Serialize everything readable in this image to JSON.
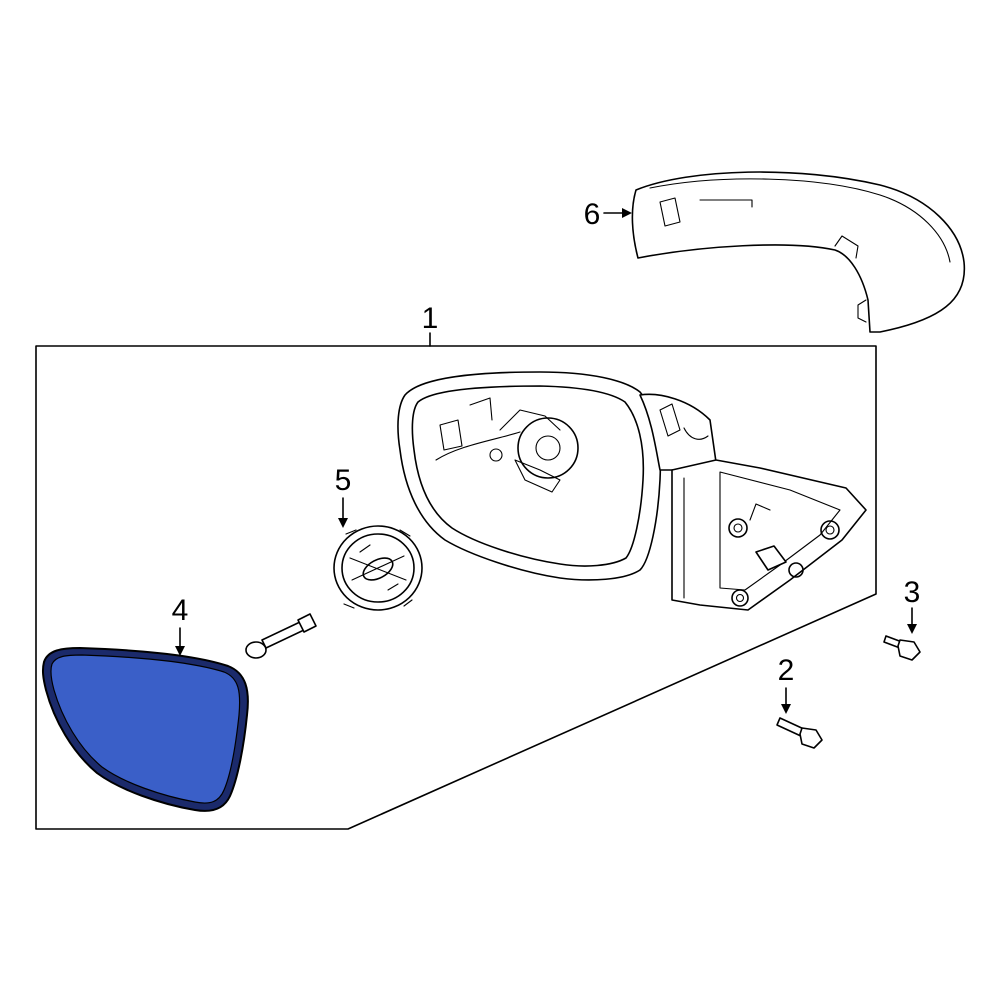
{
  "callouts": {
    "c1": "1",
    "c2": "2",
    "c3": "3",
    "c4": "4",
    "c5": "5",
    "c6": "6"
  },
  "colors": {
    "highlight": "#3a5fc8",
    "line": "#000000",
    "background": "#ffffff"
  }
}
